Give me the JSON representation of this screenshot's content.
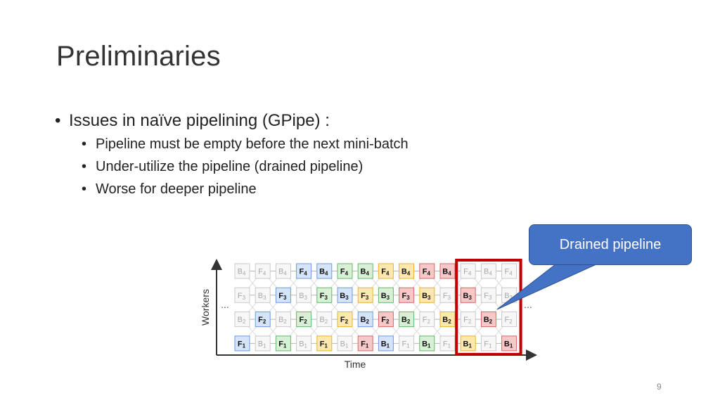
{
  "slide": {
    "title": "Preliminaries",
    "bullets": [
      {
        "text": "Issues in naïve pipelining (GPipe) :",
        "sub": [
          "Pipeline must be empty before the next mini-batch",
          "Under-utilize the pipeline (drained pipeline)",
          "Worse for deeper pipeline"
        ]
      }
    ],
    "callout": "Drained pipeline",
    "page_number": "9"
  },
  "diagram": {
    "y_axis_label": "Workers",
    "x_axis_label": "Time",
    "ellipsis": "...",
    "colors": {
      "faded_fill": "#f7f7f7",
      "faded_border": "#c9c9c9",
      "faded_text": "#a8a8a8",
      "mb1_fill": "#d6e4fb",
      "mb1_border": "#6d9be0",
      "mb2_fill": "#d8f1d6",
      "mb2_border": "#64b86a",
      "mb3_fill": "#fde9ae",
      "mb3_border": "#e8b230",
      "mb4_fill": "#f6c8c8",
      "mb4_border": "#d86868",
      "highlight": "#c00000",
      "arrow_line": "#b4b4b4"
    },
    "rows": [
      [
        {
          "op": "B",
          "mb": "4",
          "active": false
        },
        {
          "op": "F",
          "mb": "4",
          "active": false
        },
        {
          "op": "B",
          "mb": "4",
          "active": false
        },
        {
          "op": "F",
          "mb": "4",
          "active": true,
          "color": "1"
        },
        {
          "op": "B",
          "mb": "4",
          "active": true,
          "color": "1"
        },
        {
          "op": "F",
          "mb": "4",
          "active": true,
          "color": "2"
        },
        {
          "op": "B",
          "mb": "4",
          "active": true,
          "color": "2"
        },
        {
          "op": "F",
          "mb": "4",
          "active": true,
          "color": "3"
        },
        {
          "op": "B",
          "mb": "4",
          "active": true,
          "color": "3"
        },
        {
          "op": "F",
          "mb": "4",
          "active": true,
          "color": "4"
        },
        {
          "op": "B",
          "mb": "4",
          "active": true,
          "color": "4"
        },
        {
          "op": "F",
          "mb": "4",
          "active": false
        },
        {
          "op": "B",
          "mb": "4",
          "active": false
        },
        {
          "op": "F",
          "mb": "4",
          "active": false
        }
      ],
      [
        {
          "op": "F",
          "mb": "3",
          "active": false
        },
        {
          "op": "B",
          "mb": "3",
          "active": false
        },
        {
          "op": "F",
          "mb": "3",
          "active": true,
          "color": "1"
        },
        {
          "op": "B",
          "mb": "3",
          "active": false
        },
        {
          "op": "F",
          "mb": "3",
          "active": true,
          "color": "2"
        },
        {
          "op": "B",
          "mb": "3",
          "active": true,
          "color": "1"
        },
        {
          "op": "F",
          "mb": "3",
          "active": true,
          "color": "3"
        },
        {
          "op": "B",
          "mb": "3",
          "active": true,
          "color": "2"
        },
        {
          "op": "F",
          "mb": "3",
          "active": true,
          "color": "4"
        },
        {
          "op": "B",
          "mb": "3",
          "active": true,
          "color": "3"
        },
        {
          "op": "F",
          "mb": "3",
          "active": false
        },
        {
          "op": "B",
          "mb": "3",
          "active": true,
          "color": "4"
        },
        {
          "op": "F",
          "mb": "3",
          "active": false
        },
        {
          "op": "B",
          "mb": "3",
          "active": false
        }
      ],
      [
        {
          "op": "B",
          "mb": "2",
          "active": false
        },
        {
          "op": "F",
          "mb": "2",
          "active": true,
          "color": "1"
        },
        {
          "op": "B",
          "mb": "2",
          "active": false
        },
        {
          "op": "F",
          "mb": "2",
          "active": true,
          "color": "2"
        },
        {
          "op": "B",
          "mb": "2",
          "active": false
        },
        {
          "op": "F",
          "mb": "2",
          "active": true,
          "color": "3"
        },
        {
          "op": "B",
          "mb": "2",
          "active": true,
          "color": "1"
        },
        {
          "op": "F",
          "mb": "2",
          "active": true,
          "color": "4"
        },
        {
          "op": "B",
          "mb": "2",
          "active": true,
          "color": "2"
        },
        {
          "op": "F",
          "mb": "2",
          "active": false
        },
        {
          "op": "B",
          "mb": "2",
          "active": true,
          "color": "3"
        },
        {
          "op": "F",
          "mb": "2",
          "active": false
        },
        {
          "op": "B",
          "mb": "2",
          "active": true,
          "color": "4"
        },
        {
          "op": "F",
          "mb": "2",
          "active": false
        }
      ],
      [
        {
          "op": "F",
          "mb": "1",
          "active": true,
          "color": "1"
        },
        {
          "op": "B",
          "mb": "1",
          "active": false
        },
        {
          "op": "F",
          "mb": "1",
          "active": true,
          "color": "2"
        },
        {
          "op": "B",
          "mb": "1",
          "active": false
        },
        {
          "op": "F",
          "mb": "1",
          "active": true,
          "color": "3"
        },
        {
          "op": "B",
          "mb": "1",
          "active": false
        },
        {
          "op": "F",
          "mb": "1",
          "active": true,
          "color": "4"
        },
        {
          "op": "B",
          "mb": "1",
          "active": true,
          "color": "1"
        },
        {
          "op": "F",
          "mb": "1",
          "active": false
        },
        {
          "op": "B",
          "mb": "1",
          "active": true,
          "color": "2"
        },
        {
          "op": "F",
          "mb": "1",
          "active": false
        },
        {
          "op": "B",
          "mb": "1",
          "active": true,
          "color": "3"
        },
        {
          "op": "F",
          "mb": "1",
          "active": false
        },
        {
          "op": "B",
          "mb": "1",
          "active": true,
          "color": "4"
        }
      ]
    ],
    "highlight_columns": [
      11,
      13
    ]
  }
}
